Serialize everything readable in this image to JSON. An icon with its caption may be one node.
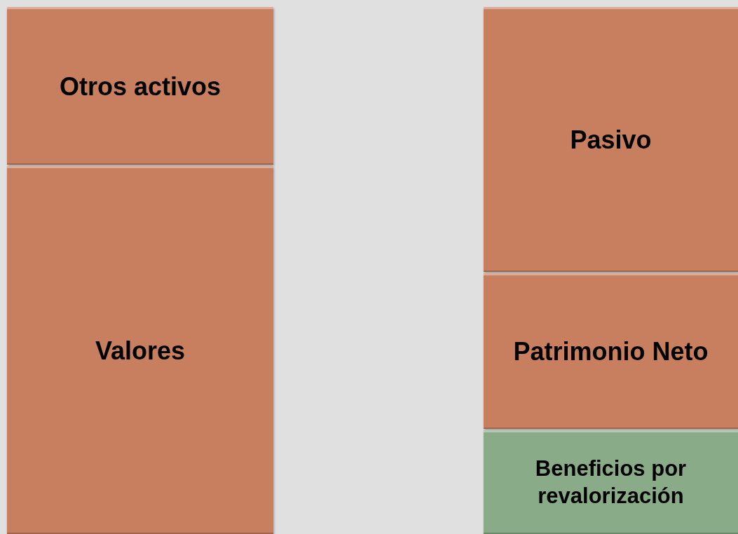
{
  "diagram": {
    "nodes": [
      {
        "text": [
          "Otros activos"
        ]
      },
      {
        "text": [
          "Valores"
        ]
      },
      {
        "text": [
          "Pasivo"
        ]
      },
      {
        "text": [
          "Patrimonio Neto"
        ]
      },
      {
        "text": [
          "Beneficios por revalorización"
        ]
      }
    ]
  }
}
